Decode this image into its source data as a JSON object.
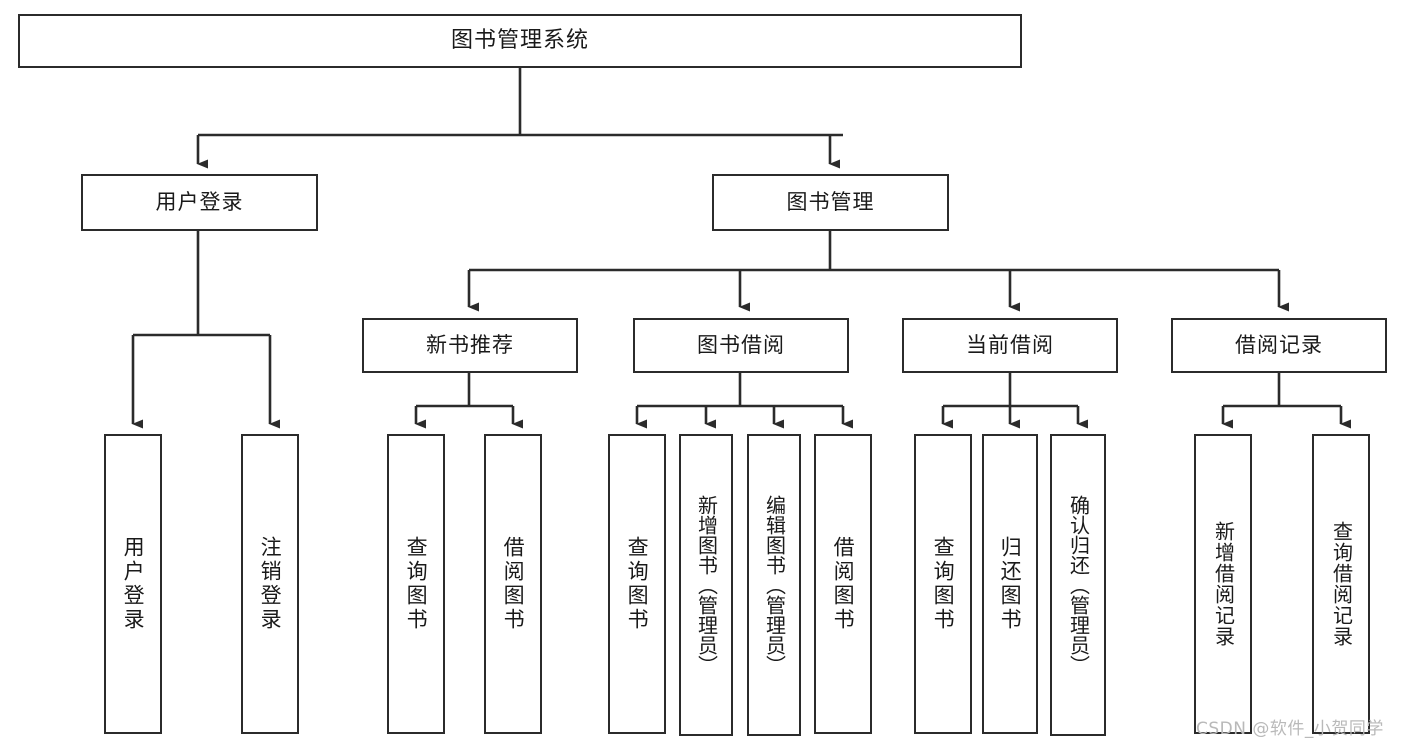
{
  "diagram": {
    "title": "图书管理系统",
    "type": "tree-structure-chart",
    "root": {
      "label": "图书管理系统"
    },
    "level2": [
      {
        "label": "用户登录"
      },
      {
        "label": "图书管理"
      }
    ],
    "level3": [
      {
        "label": "新书推荐"
      },
      {
        "label": "图书借阅"
      },
      {
        "label": "当前借阅"
      },
      {
        "label": "借阅记录"
      }
    ],
    "leaves": {
      "user_login": [
        {
          "label": "用户登录"
        },
        {
          "label": "注销登录"
        }
      ],
      "new_book_recommend": [
        {
          "label": "查询图书"
        },
        {
          "label": "借阅图书"
        }
      ],
      "book_borrow": [
        {
          "label": "查询图书"
        },
        {
          "label": "新增图书（管理员）"
        },
        {
          "label": "编辑图书（管理员）"
        },
        {
          "label": "借阅图书"
        }
      ],
      "current_borrow": [
        {
          "label": "查询图书"
        },
        {
          "label": "归还图书"
        },
        {
          "label": "确认归还（管理员）"
        }
      ],
      "borrow_record": [
        {
          "label": "新增借阅记录"
        },
        {
          "label": "查询借阅记录"
        }
      ]
    },
    "watermark": "CSDN @软件_小贺同学",
    "colors": {
      "stroke": "#2b2b2b",
      "background": "#ffffff",
      "text": "#1a1a1a",
      "watermark": "#b9b9b9"
    }
  }
}
